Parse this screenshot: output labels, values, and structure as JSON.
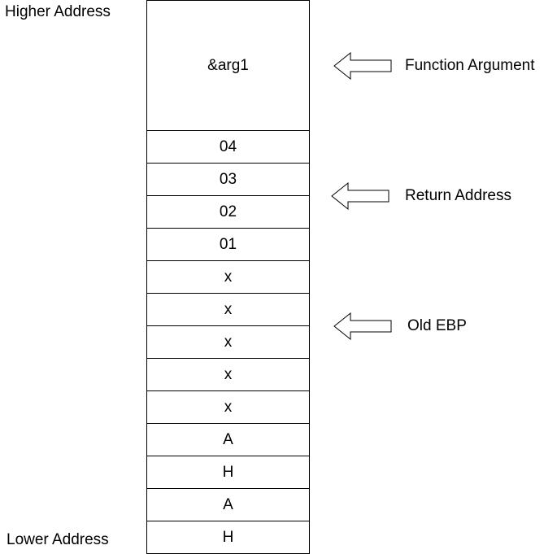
{
  "labels": {
    "higher": "Higher Address",
    "lower": "Lower Address"
  },
  "stack": {
    "top_cell": "&arg1",
    "cells": [
      "04",
      "03",
      "02",
      "01",
      "x",
      "x",
      "x",
      "x",
      "x",
      "A",
      "H",
      "A",
      "H"
    ]
  },
  "callouts": [
    {
      "label": "Function Argument",
      "icon": "left-arrow-icon"
    },
    {
      "label": "Return Address",
      "icon": "left-arrow-icon"
    },
    {
      "label": "Old EBP",
      "icon": "left-arrow-icon"
    }
  ]
}
